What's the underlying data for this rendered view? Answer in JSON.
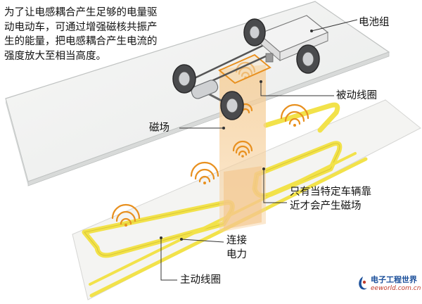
{
  "description": "为了让电感耦合产生足够的电量驱动电动车，可通过增强磁核共振产生的能量，把电感耦合产生电流的强度放大至相当高度。",
  "labels": {
    "battery": "电池组",
    "passive_coil": "被动线圈",
    "magnetic_field": "磁场",
    "only_when": "只有当特定车辆靠近才会产生磁场",
    "transfer": "连接电力",
    "active_coil": "主动线圈"
  },
  "watermark": {
    "title": "电子工程世界",
    "url": "eeworld.com.cn"
  },
  "colors": {
    "coil_yellow": "#f2e24a",
    "field_orange": "#f3c48a",
    "wifi_orange": "#e8901f",
    "glass": "#f2f3f2"
  }
}
